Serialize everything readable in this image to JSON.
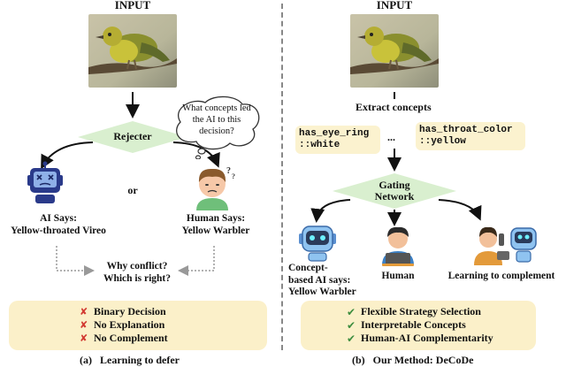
{
  "left_panel": {
    "title": "INPUT",
    "rejecter_label": "Rejecter",
    "thought_bubble": [
      "What concepts led",
      "the AI to this",
      "decision?"
    ],
    "or_label": "or",
    "ai_says": [
      "AI Says:",
      "Yellow-throated Vireo"
    ],
    "human_says": [
      "Human Says:",
      "Yellow Warbler"
    ],
    "conflict": [
      "Why conflict?",
      "Which is right?"
    ],
    "issues": [
      "Binary Decision",
      "No Explanation",
      "No Complement"
    ],
    "caption_tag": "(a)",
    "caption_text": "Learning to defer",
    "colors": {
      "diamond": "#d9efcf",
      "summary": "#fbf0c9",
      "cross": "#d23a32"
    }
  },
  "right_panel": {
    "title": "INPUT",
    "extract_label": "Extract concepts",
    "concept_1": [
      "has_eye_ring",
      "::white"
    ],
    "ellipsis": "...",
    "concept_2": [
      "has_throat_color",
      "::yellow"
    ],
    "gating_label": [
      "Gating",
      "Network"
    ],
    "option_ai": [
      "Concept-",
      "based AI says:",
      "Yellow Warbler"
    ],
    "option_human": "Human",
    "option_complement": "Learning to complement",
    "benefits": [
      "Flexible Strategy Selection",
      "Interpretable Concepts",
      "Human-AI Complementarity"
    ],
    "caption_tag": "(b)",
    "caption_text": "Our Method: DeCoDe",
    "colors": {
      "diamond": "#d9efcf",
      "chip": "#fbf2cf",
      "check": "#3d8d3f"
    }
  },
  "icons": [
    "bird-photo",
    "robot-icon",
    "confused-human-icon",
    "thought-bubble-icon",
    "human-laptop-icon",
    "human-robot-team-icon"
  ]
}
